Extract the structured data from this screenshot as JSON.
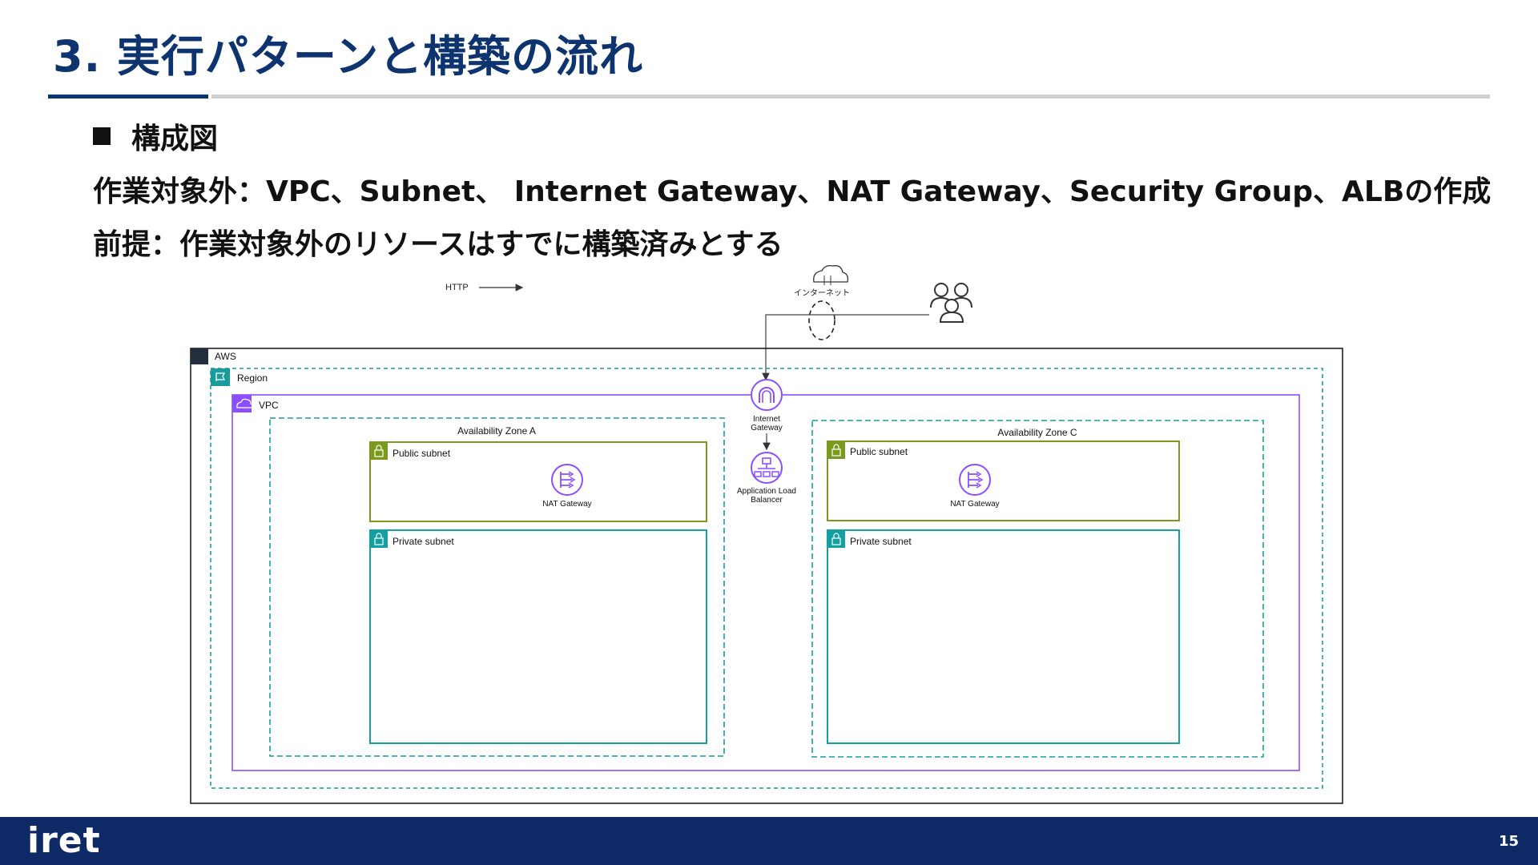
{
  "title": "3. 実行パターンと構築の流れ",
  "section_heading": "構成図",
  "out_of_scope_line": "作業対象外：VPC、Subnet、 Internet Gateway、NAT Gateway、Security Group、ALBの作成",
  "premise_line": "前提：作業対象外のリソースはすでに構築済みとする",
  "diagram": {
    "legend_http": "HTTP",
    "internet_label": "インターネット",
    "aws_label": "AWS",
    "region_label": "Region",
    "vpc_label": "VPC",
    "az_a": {
      "title": "Availability Zone A",
      "public_subnet": "Public subnet",
      "nat_gateway": "NAT Gateway",
      "private_subnet": "Private subnet"
    },
    "az_c": {
      "title": "Availability Zone C",
      "public_subnet": "Public subnet",
      "nat_gateway": "NAT Gateway",
      "private_subnet": "Private subnet"
    },
    "igw_label_1": "Internet",
    "igw_label_2": "Gateway",
    "alb_label_1": "Application Load",
    "alb_label_2": "Balancer",
    "colors": {
      "region": "#1a9c9c",
      "vpc": "#8c4fff",
      "public_subnet": "#7a9a1e",
      "private_subnet": "#14a0a0",
      "service_icon": "#8c4fff"
    }
  },
  "footer": {
    "logo": "iret",
    "page_number": "15"
  }
}
